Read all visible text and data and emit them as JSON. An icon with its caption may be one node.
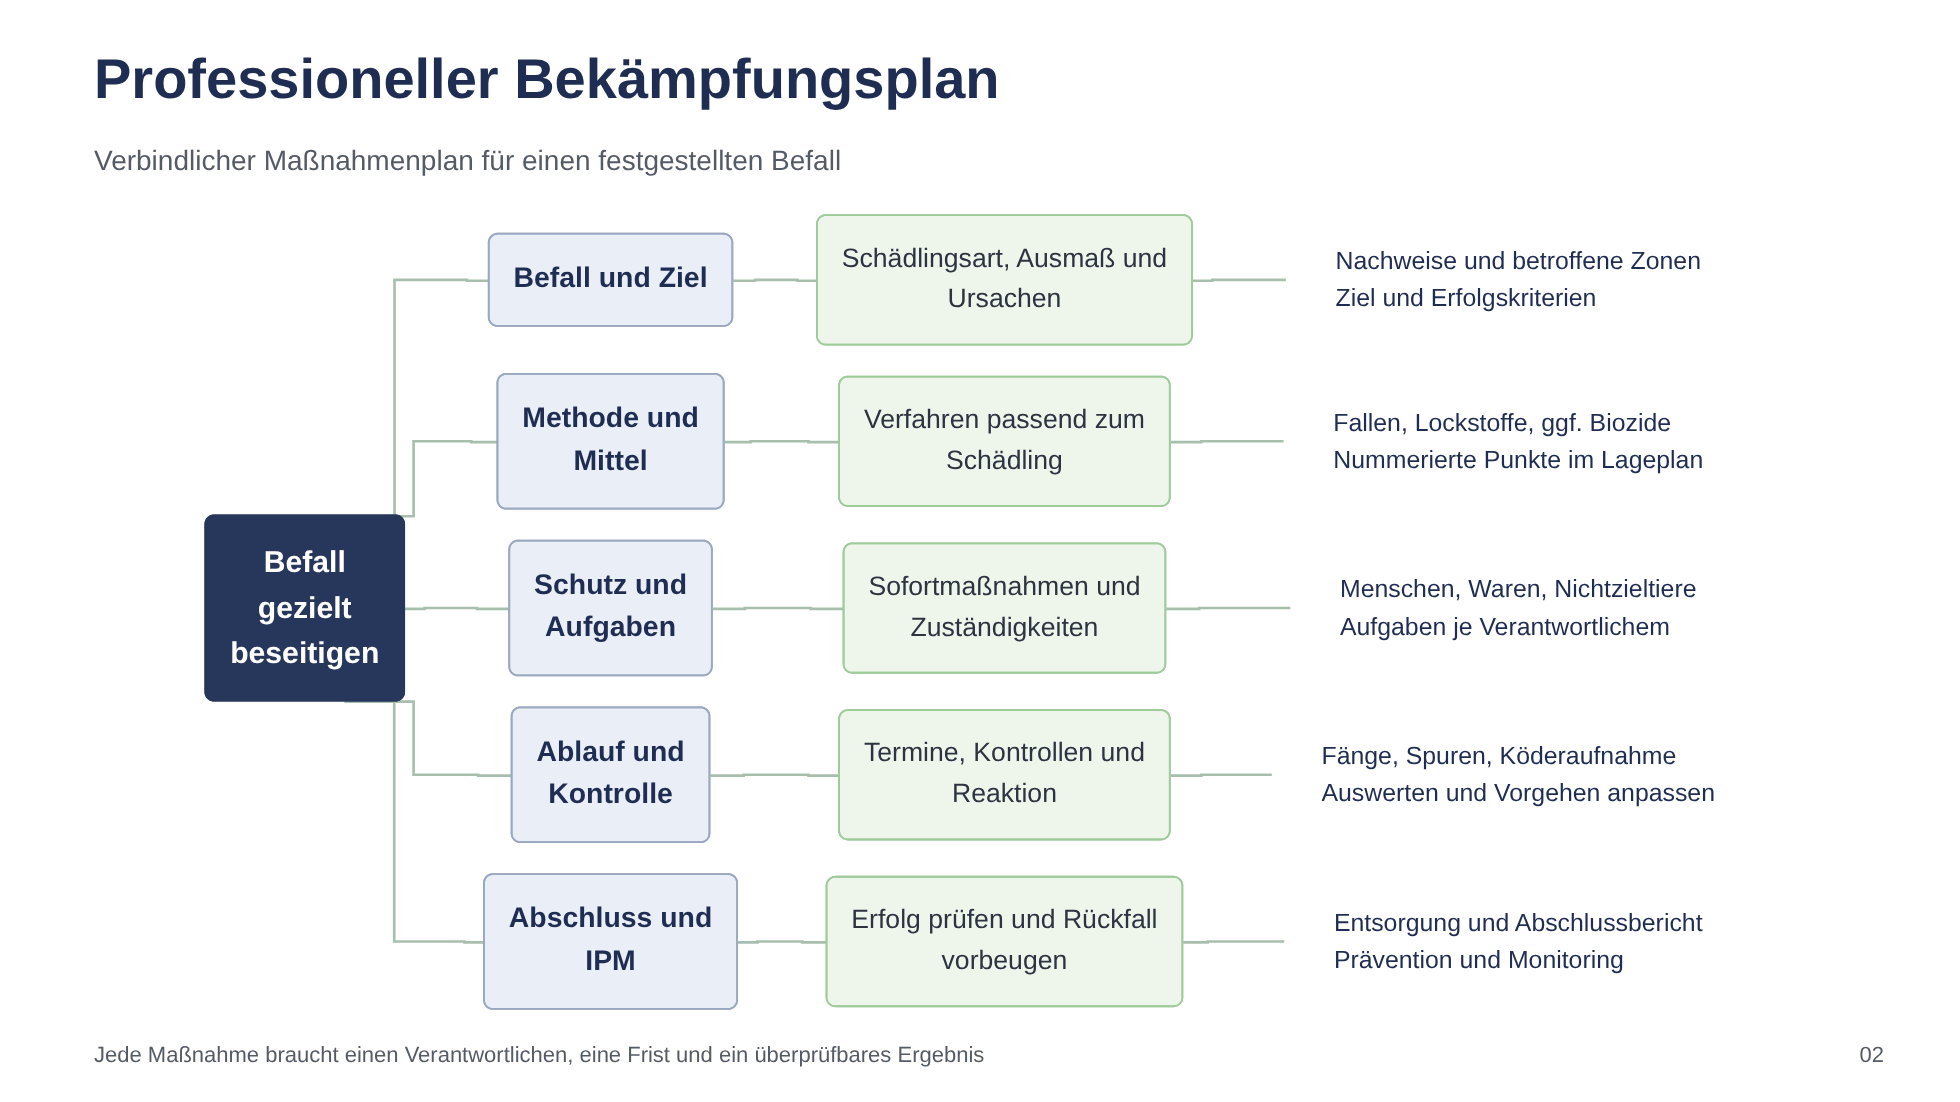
{
  "diagram": {
    "title": "Professioneller Bekämpfungsplan",
    "nodes": [
      {
        "text": [
          "Befall gezielt beseitigen"
        ]
      },
      {
        "text": [
          "Befall und Ziel"
        ]
      },
      {
        "text": [
          "Methode und Mittel"
        ]
      },
      {
        "text": [
          "Schutz und Aufgaben"
        ]
      },
      {
        "text": [
          "Ablauf und Kontrolle"
        ]
      },
      {
        "text": [
          "Abschluss und IPM"
        ]
      },
      {
        "text": [
          "Schädlingsart, Ausmaß und Ursachen"
        ]
      },
      {
        "text": [
          "Verfahren passend zum Schädling"
        ]
      },
      {
        "text": [
          "Sofortmaßnahmen und Zuständigkeiten"
        ]
      },
      {
        "text": [
          "Termine, Kontrollen und Reaktion"
        ]
      },
      {
        "text": [
          "Erfolg prüfen und Rückfall vorbeugen"
        ]
      },
      {
        "text": [
          "Nachweise und betroffene Zonen",
          "Ziel und Erfolgskriterien"
        ]
      },
      {
        "text": [
          "Fallen, Lockstoffe, ggf. Biozide",
          "Nummerierte Punkte im Lageplan"
        ]
      },
      {
        "text": [
          "Menschen, Waren, Nichtzieltiere",
          "Aufgaben je Verantwortlichem"
        ]
      },
      {
        "text": [
          "Fänge, Spuren, Köderaufnahme",
          "Auswerten und Vorgehen anpassen"
        ]
      },
      {
        "text": [
          "Entsorgung und Abschlussbericht",
          "Prävention und Monitoring"
        ]
      }
    ],
    "edges": [
      {
        "from": 0,
        "to": 1,
        "arrow": "none"
      },
      {
        "from": 0,
        "to": 2,
        "arrow": "none"
      },
      {
        "from": 0,
        "to": 3,
        "arrow": "none"
      },
      {
        "from": 0,
        "to": 4,
        "arrow": "none"
      },
      {
        "from": 0,
        "to": 5,
        "arrow": "none"
      },
      {
        "from": 1,
        "to": 6,
        "arrow": "none"
      },
      {
        "from": 2,
        "to": 7,
        "arrow": "none"
      },
      {
        "from": 3,
        "to": 8,
        "arrow": "none"
      },
      {
        "from": 4,
        "to": 9,
        "arrow": "none"
      },
      {
        "from": 5,
        "to": 10,
        "arrow": "none"
      },
      {
        "from": 6,
        "to": 11,
        "arrow": "none"
      },
      {
        "from": 7,
        "to": 12,
        "arrow": "none"
      },
      {
        "from": 8,
        "to": 13,
        "arrow": "none"
      },
      {
        "from": 9,
        "to": 14,
        "arrow": "none"
      },
      {
        "from": 10,
        "to": 15,
        "arrow": "none"
      }
    ],
    "labels": [
      "Verbindlicher Maßnahmenplan für einen festgestellten Befall",
      "Jede Maßnahme braucht einen Verantwortlichen, eine Frist und ein überprüfbares Ergebnis",
      "02"
    ]
  }
}
